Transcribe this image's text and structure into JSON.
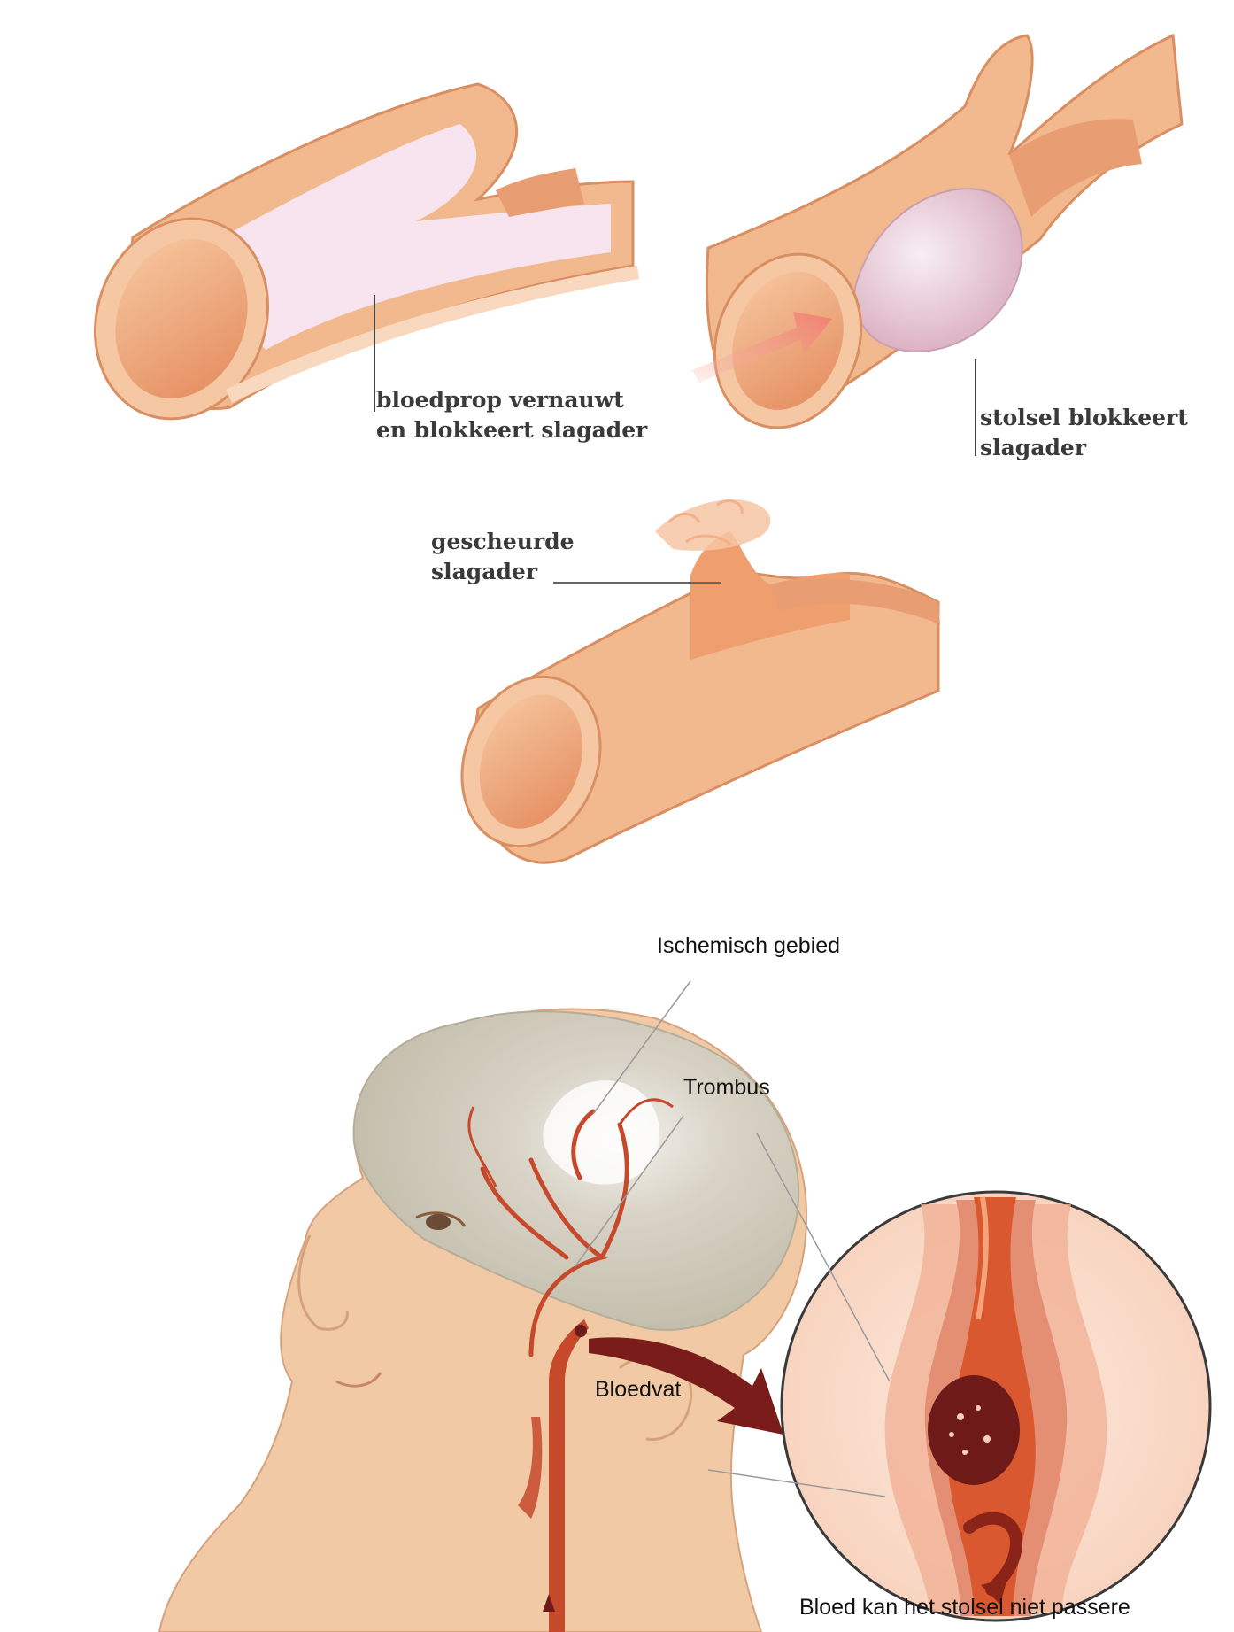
{
  "labels": {
    "narrowing_line1": "bloedprop vernauwt",
    "narrowing_line2": "en blokkeert slagader",
    "clot_line1": "stolsel blokkeert",
    "clot_line2": "slagader",
    "ruptured_line1": "gescheurde",
    "ruptured_line2": "slagader",
    "ischemic": "Ischemisch gebied",
    "thrombus": "Trombus",
    "vessel": "Bloedvat",
    "caption": "Bloed kan het stolsel niet passere"
  },
  "colors": {
    "vessel_wall": "#f2b98e",
    "vessel_inner": "#e8956a",
    "plaque": "#f6e2ee",
    "clot": "#e7c9d6",
    "skin": "#f1c9a4",
    "brain": "#c9c3b3",
    "artery": "#c6492c",
    "thrombus": "#6e1a18",
    "arrow": "#7a1c1a"
  }
}
